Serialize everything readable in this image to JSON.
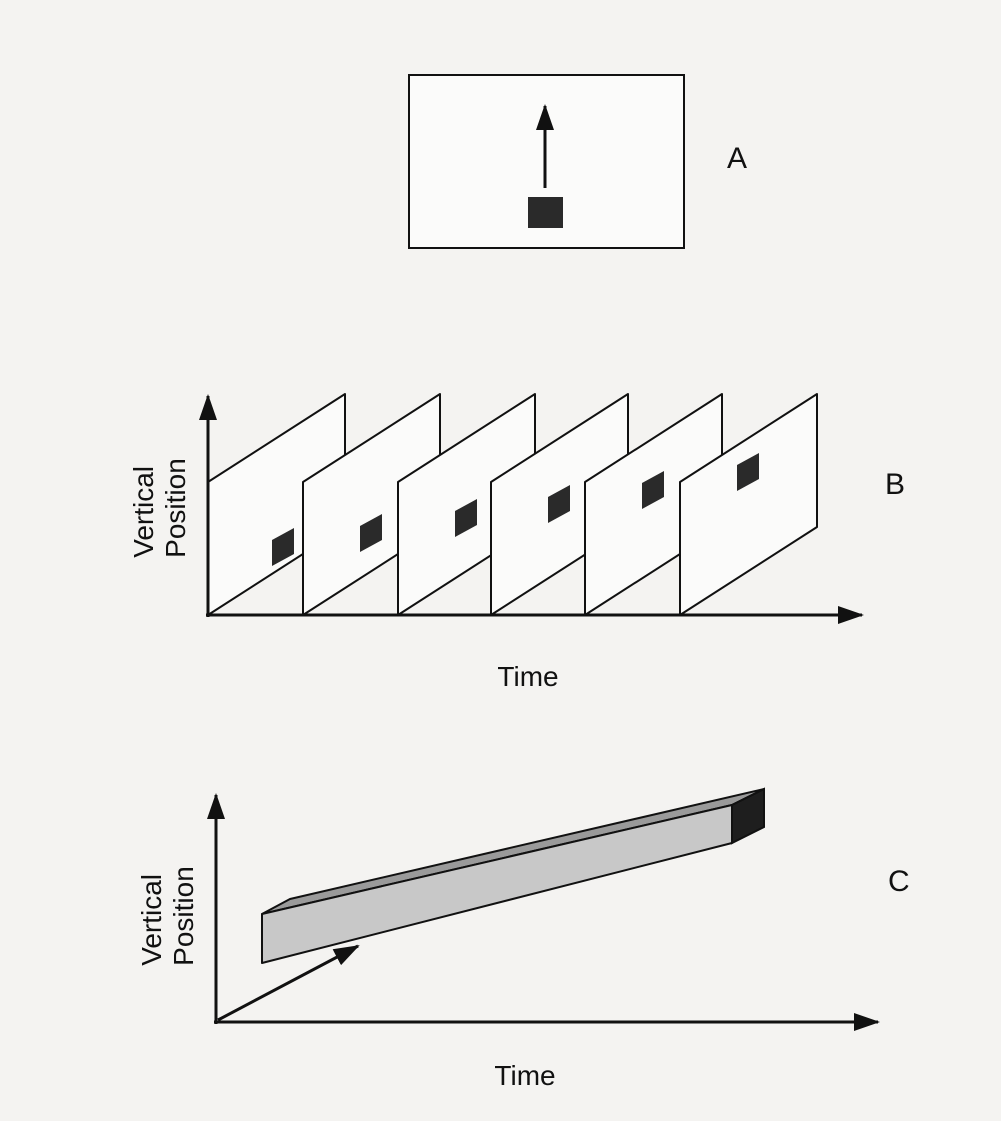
{
  "panels": {
    "a": {
      "letter": "A"
    },
    "b": {
      "letter": "B",
      "ylabel_line1": "Vertical",
      "ylabel_line2": "Position",
      "xlabel": "Time",
      "frame_count": 6
    },
    "c": {
      "letter": "C",
      "ylabel_line1": "Vertical",
      "ylabel_line2": "Position",
      "xlabel": "Time"
    }
  },
  "colors": {
    "ink": "#111111",
    "background": "#f4f3f1",
    "square": "#2a2a2a",
    "prism_face": "#c8c8c8",
    "prism_top": "#9a9a9a"
  }
}
